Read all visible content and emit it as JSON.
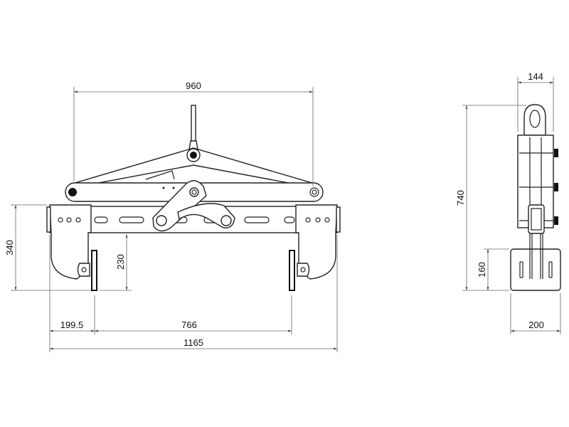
{
  "title": "Clamp lifting beam dimensional drawing",
  "front_view": {
    "dimensions": {
      "top_span": "960",
      "overall_height": "340",
      "jaw_depth": "230",
      "jaw_offset": "199.5",
      "pad_span": "766",
      "overall_width": "1165"
    }
  },
  "side_view": {
    "dimensions": {
      "top_width": "144",
      "overall_height": "740",
      "base_height": "160",
      "base_width": "200"
    }
  },
  "colors": {
    "line": "#222222",
    "dimension": "#666666"
  }
}
